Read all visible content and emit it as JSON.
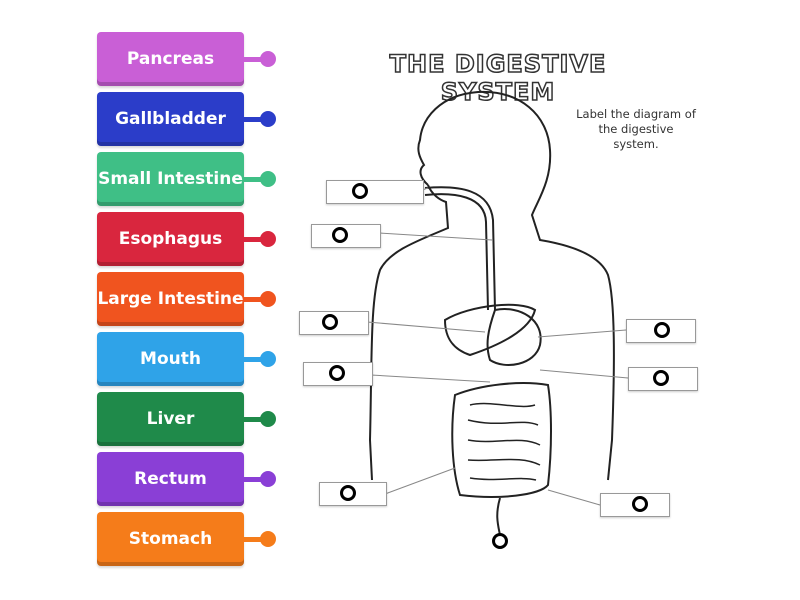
{
  "title": "THE DIGESTIVE SYSTEM",
  "instructions": "Label the diagram of the digestive system.",
  "tiles": [
    {
      "label": "Pancreas",
      "color": "#c95fd6"
    },
    {
      "label": "Gallbladder",
      "color": "#2b3dc9"
    },
    {
      "label": "Small Intestine",
      "color": "#3fbf86"
    },
    {
      "label": "Esophagus",
      "color": "#d9263e"
    },
    {
      "label": "Large Intestine",
      "color": "#f0541f"
    },
    {
      "label": "Mouth",
      "color": "#2fa3e8"
    },
    {
      "label": "Liver",
      "color": "#1f8a4a"
    },
    {
      "label": "Rectum",
      "color": "#8a3fd6"
    },
    {
      "label": "Stomach",
      "color": "#f57c1a"
    }
  ]
}
